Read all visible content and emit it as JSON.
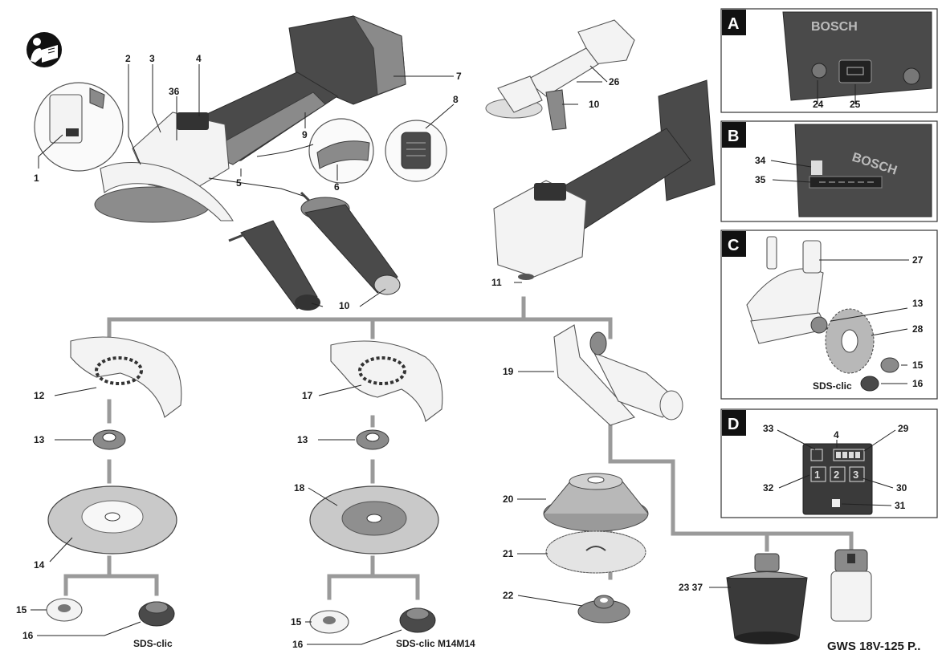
{
  "footer": {
    "model": "GWS 18V-125 P.."
  },
  "panels": {
    "a": {
      "letter": "A"
    },
    "b": {
      "letter": "B"
    },
    "c": {
      "letter": "C"
    },
    "d": {
      "letter": "D"
    }
  },
  "display": {
    "buttons": [
      "1",
      "2",
      "3"
    ]
  },
  "sds_labels": {
    "left": "SDS-clic",
    "middle": "SDS-clic M14M14",
    "panel_c": "SDS-clic"
  },
  "brand": "BOSCH",
  "callouts": {
    "n1": "1",
    "n2": "2",
    "n3": "3",
    "n4": "4",
    "n5": "5",
    "n6": "6",
    "n7": "7",
    "n8": "8",
    "n9": "9",
    "n10a": "10",
    "n10b": "10",
    "n11": "11",
    "n12": "12",
    "n13a": "13",
    "n13b": "13",
    "n13c": "13",
    "n14": "14",
    "n15a": "15",
    "n15b": "15",
    "n15c": "15",
    "n16a": "16",
    "n16b": "16",
    "n16c": "16",
    "n17": "17",
    "n18": "18",
    "n19": "19",
    "n20": "20",
    "n21": "21",
    "n22": "22",
    "n23": "23 37",
    "n24": "24",
    "n25": "25",
    "n26": "26",
    "n27": "27",
    "n28": "28",
    "n29": "29",
    "n30": "30",
    "n31": "31",
    "n32": "32",
    "n33": "33",
    "n34": "34",
    "n35": "35",
    "n36": "36",
    "n4d": "4"
  },
  "icons": {
    "manual": "read-manual-icon"
  }
}
